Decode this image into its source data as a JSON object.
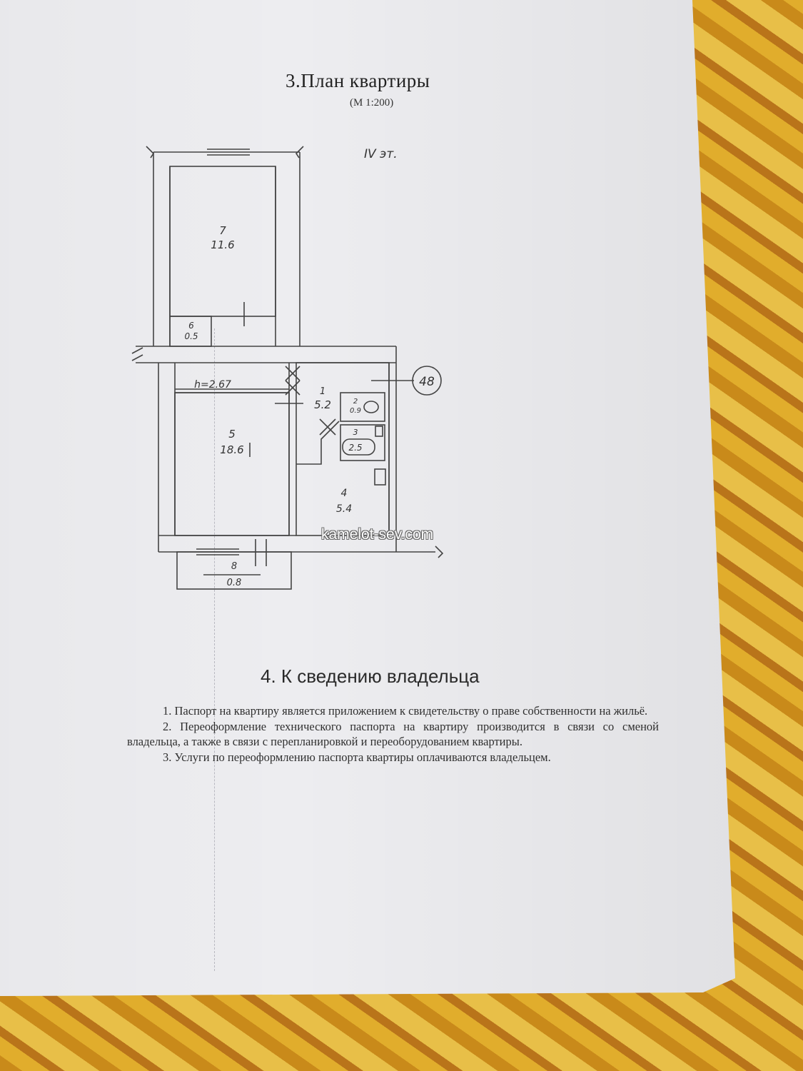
{
  "document": {
    "section3": {
      "title": "3.План  квартиры",
      "scale": "(М  1:200)",
      "floor": "IV эт."
    },
    "plan": {
      "rooms": [
        {
          "num": "7",
          "area": "11.6"
        },
        {
          "num": "6",
          "area": "0.5"
        },
        {
          "num": "5",
          "area": "18.6"
        },
        {
          "num": "1",
          "area": "5.2"
        },
        {
          "num": "2",
          "area": "0.9"
        },
        {
          "num": "3",
          "area": "2.5"
        },
        {
          "num": "4",
          "area": "5.4"
        },
        {
          "num": "8",
          "area": "0.8"
        }
      ],
      "height": "h=2.67",
      "apartment_number": "48"
    },
    "section4": {
      "title": "4. К сведению владельца",
      "items": [
        "1. Паспорт  на квартиру является приложением к свидетельству о праве собственности на жильё.",
        "2. Переоформление технического паспорта на квартиру  производится в связи со сменой владельца, а также в связи с перепланировкой и переоборудованием квартиры.",
        "3. Услуги по переоформлению паспорта квартиры оплачиваются  владельцем."
      ]
    },
    "watermark": "kamelot-sev.com"
  }
}
